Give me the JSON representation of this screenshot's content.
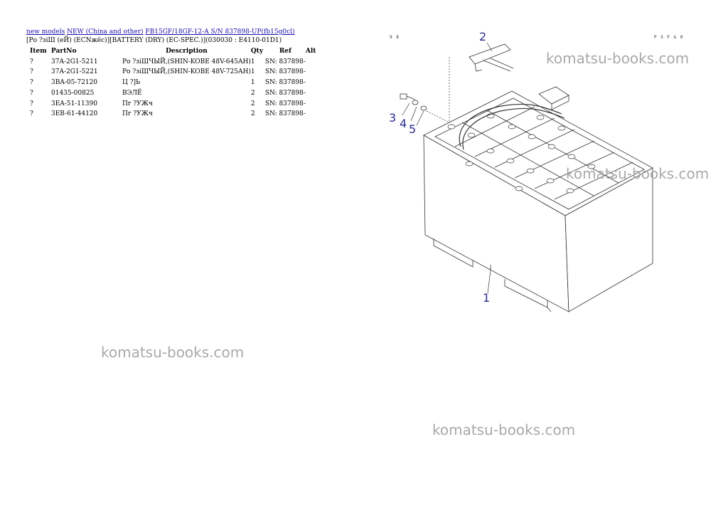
{
  "breadcrumbs": {
    "link1": "new models",
    "link2": "NEW (China and other)",
    "link3": "FB15GF/18GF-12-A S/N 837898-UP(fb15g0cl)"
  },
  "subtitle": "[Ро ?зіШ (еЙ) (ЕСNжёс)][BATTERY (DRY) (EC-SPEC.)](030030 : E4110-01D1)",
  "table": {
    "headers": {
      "item": "Item",
      "part": "PartNo",
      "desc": "Description",
      "qty": "Qty",
      "ref": "Ref",
      "alt": "Alt"
    },
    "rows": [
      {
        "item": "?",
        "part": "37A-2G1-5211",
        "desc": "Ро ?зіШЧЫЙ,(SHIN-KOBE 48V-645AH)",
        "qty": "1",
        "ref": "SN: 837898-"
      },
      {
        "item": "?",
        "part": "37A-2G1-5221",
        "desc": "Ро ?зіШЧЫЙ,(SHIN-KOBE 48V-725AH)",
        "qty": "1",
        "ref": "SN: 837898-"
      },
      {
        "item": "?",
        "part": "3BA-05-72120",
        "desc": "Ц ?]Ь",
        "qty": "1",
        "ref": "SN: 837898-"
      },
      {
        "item": "?",
        "part": "01435-00825",
        "desc": "ВЭЛЁ",
        "qty": "2",
        "ref": "SN: 837898-"
      },
      {
        "item": "?",
        "part": "3EA-51-11390",
        "desc": "Пг ?УЖч",
        "qty": "2",
        "ref": "SN: 837898-"
      },
      {
        "item": "?",
        "part": "3EB-61-44120",
        "desc": "Пг ?УЖч",
        "qty": "2",
        "ref": "SN: 837898-"
      }
    ]
  },
  "watermarks": [
    "komatsu-books.com",
    "komatsu-books.com",
    "komatsu-books.com",
    "komatsu-books.com"
  ],
  "diagram": {
    "code_left": "9 8",
    "code_right": "P 5 F & 0",
    "callouts": [
      "1",
      "2",
      "3",
      "4",
      "5"
    ]
  },
  "colors": {
    "link": "#1a0dab",
    "watermark": "#a9a9a9",
    "callout": "#2b2b8f"
  }
}
